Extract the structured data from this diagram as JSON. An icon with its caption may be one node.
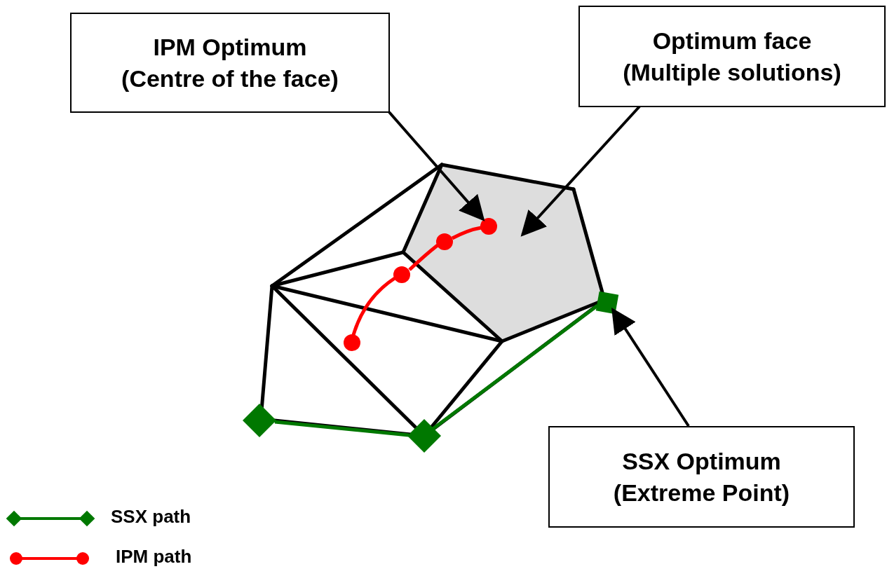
{
  "diagram": {
    "nodes": [
      {
        "text": [
          "IPM Optimum",
          "(Centre of the face)"
        ]
      },
      {
        "text": [
          "Optimum face",
          "(Multiple solutions)"
        ]
      },
      {
        "text": [
          "SSX Optimum",
          "(Extreme Point)"
        ]
      },
      {
        "text": [],
        "shape": "circle",
        "in": 4
      },
      {
        "text": [],
        "shape": "pentagon"
      },
      {
        "text": [],
        "shape": "square"
      },
      {
        "text": [],
        "shape": "circle"
      },
      {
        "text": [],
        "shape": "circle"
      },
      {
        "text": [],
        "shape": "circle",
        "in": 4
      },
      {
        "text": [],
        "shape": "diamond"
      },
      {
        "text": [],
        "shape": "diamond"
      }
    ],
    "edges": [
      {
        "from": 0,
        "to": 3,
        "arrow": "to"
      },
      {
        "from": 1,
        "to": 4,
        "arrow": "to"
      },
      {
        "from": 2,
        "to": 5,
        "arrow": "to"
      },
      {
        "from": 6,
        "to": 7,
        "arrow": "none",
        "color": "#ff0000"
      },
      {
        "from": 7,
        "to": 8,
        "arrow": "none",
        "color": "#ff0000"
      },
      {
        "from": 8,
        "to": 3,
        "arrow": "none",
        "color": "#ff0000"
      },
      {
        "from": 9,
        "to": 10,
        "arrow": "none",
        "color": "#007800"
      },
      {
        "from": 10,
        "to": 5,
        "arrow": "none",
        "color": "#007800"
      }
    ],
    "legend": [
      {
        "text": "SSX path"
      },
      {
        "text": "IPM path"
      }
    ]
  }
}
